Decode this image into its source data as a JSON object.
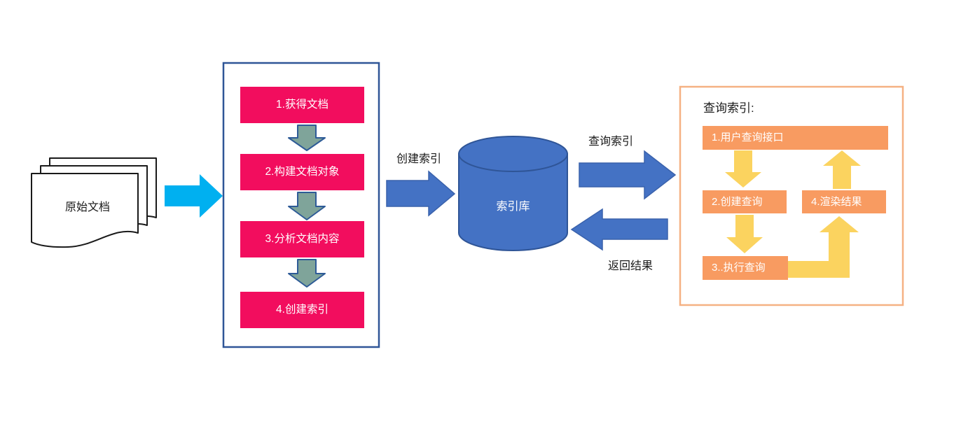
{
  "diagram": {
    "source": {
      "label": "原始文档"
    },
    "pipeline": {
      "steps": [
        "1.获得文档",
        "2.构建文档对象",
        "3.分析文档内容",
        "4.创建索引"
      ]
    },
    "store": {
      "label": "索引库"
    },
    "edges": {
      "create_index": "创建索引",
      "query_index": "查询索引",
      "return_results": "返回结果"
    },
    "query_panel": {
      "title": "查询索引:",
      "steps": [
        "1.用户查询接口",
        "2.创建查询",
        "3..执行查询",
        "4.渲染结果"
      ]
    },
    "colors": {
      "step_box_pink": "#F20D5E",
      "flow_blue": "#4472C4",
      "flow_blue_border": "#2F5597",
      "input_cyan": "#00B0F0",
      "pipeline_border": "#2F5597",
      "step_arrow_teal": "#7FA49A",
      "panel_border": "#F5B183",
      "panel_box_orange": "#F89B61",
      "panel_arrow_yellow": "#FBD35F",
      "document_outline": "#1A1A1A"
    }
  }
}
